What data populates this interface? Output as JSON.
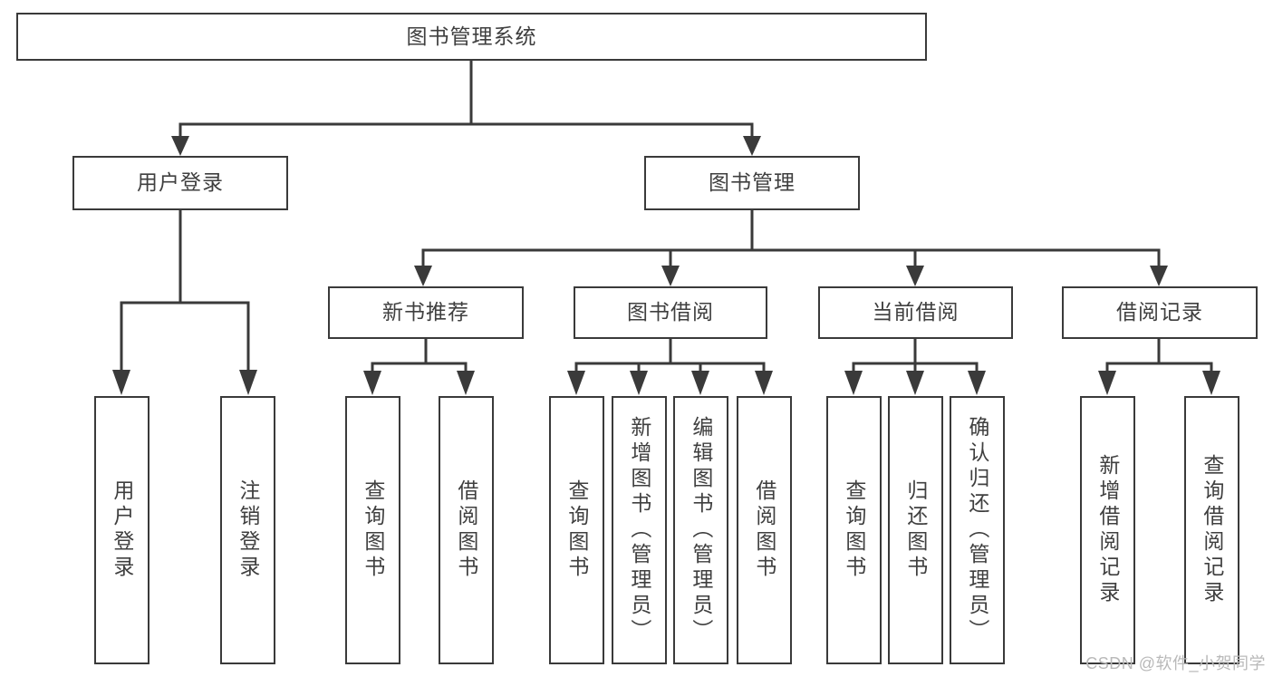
{
  "diagram": {
    "type": "tree",
    "title": "图书管理系统",
    "orientation": "top-down",
    "stroke_color": "#3a3a3a",
    "text_color": "#3f3f3f",
    "background_color": "#ffffff",
    "watermark": "CSDN @软件_小贺同学",
    "nodes": {
      "root": {
        "label": "图书管理系统",
        "level": 0
      },
      "l1": [
        {
          "label": "用户登录",
          "level": 1
        },
        {
          "label": "图书管理",
          "level": 1
        }
      ],
      "l2": [
        {
          "label": "新书推荐",
          "level": 2
        },
        {
          "label": "图书借阅",
          "level": 2
        },
        {
          "label": "当前借阅",
          "level": 2
        },
        {
          "label": "借阅记录",
          "level": 2
        }
      ],
      "leaves": {
        "user_login": [
          {
            "label": "用户登录"
          },
          {
            "label": "注销登录"
          }
        ],
        "new_book_recommend": [
          {
            "label": "查询图书"
          },
          {
            "label": "借阅图书"
          }
        ],
        "book_borrow": [
          {
            "label": "查询图书"
          },
          {
            "label": "新增图书（管理员）"
          },
          {
            "label": "编辑图书（管理员）"
          },
          {
            "label": "借阅图书"
          }
        ],
        "current_borrow": [
          {
            "label": "查询图书"
          },
          {
            "label": "归还图书"
          },
          {
            "label": "确认归还（管理员）"
          }
        ],
        "borrow_record": [
          {
            "label": "新增借阅记录"
          },
          {
            "label": "查询借阅记录"
          }
        ]
      }
    }
  }
}
